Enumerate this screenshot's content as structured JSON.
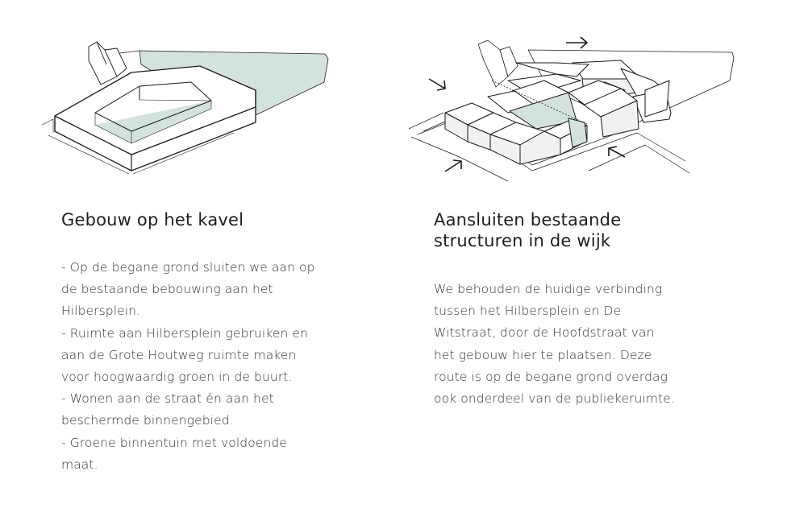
{
  "left": {
    "title": "Gebouw op het kavel",
    "lines": [
      "- Op de begane grond sluiten we aan op",
      "de bestaande bebouwing aan het",
      "Hilbersplein.",
      "- Ruimte aan Hilbersplein gebruiken en",
      "aan de Grote Houtweg  ruimte maken",
      "voor hoogwaardig groen in de buurt.",
      "- Wonen aan de straat én aan het",
      "beschermde binnengebied.",
      "- Groene binnentuin met voldoende",
      "maat."
    ]
  },
  "right": {
    "title_line1": "Aansluiten bestaande",
    "title_line2": "structuren in de wijk",
    "lines": [
      "We behouden de huidige verbinding",
      "tussen het Hilbersplein en De",
      "Witstraat, door de Hoofdstraat van",
      "het gebouw hier te plaatsen. Deze",
      "route is op de begane grond overdag",
      "ook onderdeel van de publiekeruimte."
    ]
  },
  "colors": {
    "green": "#d3e3dc",
    "line": "#1a1a1a",
    "box_side": "#f1f1f1"
  }
}
